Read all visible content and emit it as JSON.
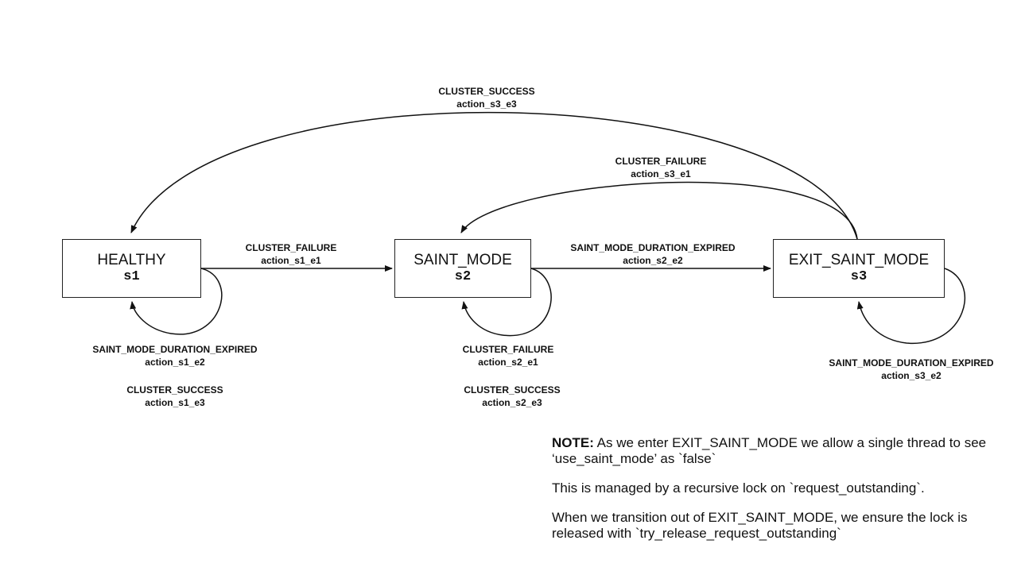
{
  "states": [
    {
      "id": "s1",
      "name": "HEALTHY",
      "code": "s1"
    },
    {
      "id": "s2",
      "name": "SAINT_MODE",
      "code": "s2"
    },
    {
      "id": "s3",
      "name": "EXIT_SAINT_MODE",
      "code": "s3"
    }
  ],
  "transitions": {
    "s3_to_s1": {
      "event": "CLUSTER_SUCCESS",
      "action": "action_s3_e3"
    },
    "s3_to_s2": {
      "event": "CLUSTER_FAILURE",
      "action": "action_s3_e1"
    },
    "s1_to_s2": {
      "event": "CLUSTER_FAILURE",
      "action": "action_s1_e1"
    },
    "s2_to_s3": {
      "event": "SAINT_MODE_DURATION_EXPIRED",
      "action": "action_s2_e2"
    },
    "s1_self_a": {
      "event": "SAINT_MODE_DURATION_EXPIRED",
      "action": "action_s1_e2"
    },
    "s1_self_b": {
      "event": "CLUSTER_SUCCESS",
      "action": "action_s1_e3"
    },
    "s2_self_a": {
      "event": "CLUSTER_FAILURE",
      "action": "action_s2_e1"
    },
    "s2_self_b": {
      "event": "CLUSTER_SUCCESS",
      "action": "action_s2_e3"
    },
    "s3_self": {
      "event": "SAINT_MODE_DURATION_EXPIRED",
      "action": "action_s3_e2"
    }
  },
  "notes": {
    "note_label": "NOTE:",
    "note_text": " As we enter EXIT_SAINT_MODE we allow a single thread to see ‘use_saint_mode’ as `false`",
    "paragraph_2": "This is managed by a recursive lock on `request_outstanding`.",
    "paragraph_3": "When we transition out of EXIT_SAINT_MODE, we ensure the lock is released with `try_release_request_outstanding`"
  }
}
